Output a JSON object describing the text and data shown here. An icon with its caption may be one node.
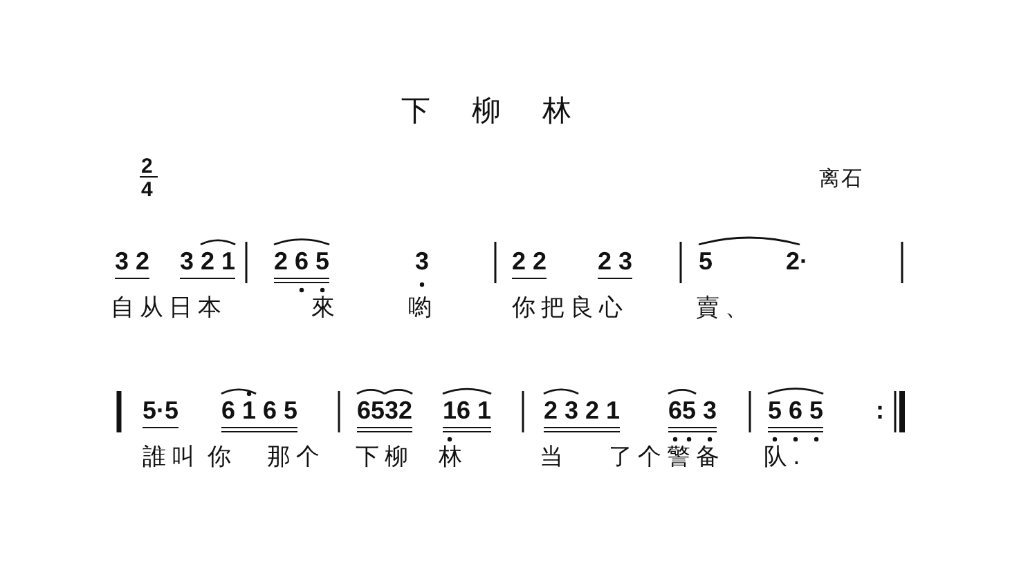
{
  "diagram": {
    "title": "下柳林",
    "labels": [
      "2",
      "4",
      "离石",
      "3 2",
      "3 2 1",
      "2 6 5",
      "3",
      "2 2",
      "2 3",
      "5",
      "2·",
      "自从日本",
      "來",
      "喲",
      "你把良心",
      "賣、",
      "5·5",
      "6 1 6 5",
      "6532",
      "16 1",
      "2 3 2 1",
      "65 3",
      "5 6 5",
      ":",
      "誰叫",
      "你",
      "那个",
      "下柳",
      "林",
      "当",
      "了个",
      "警备",
      "队."
    ]
  }
}
